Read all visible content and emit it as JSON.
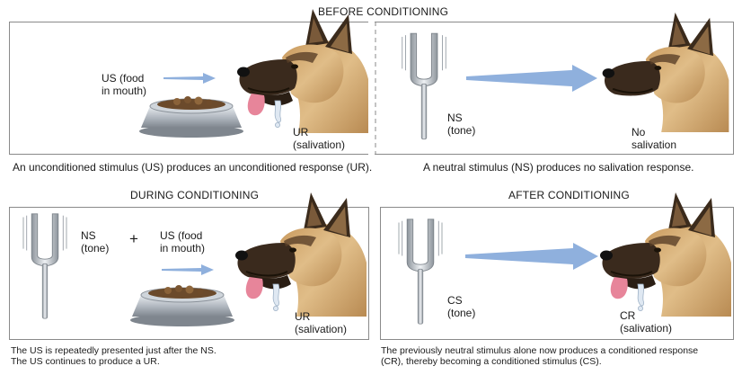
{
  "headings": {
    "before": "BEFORE CONDITIONING",
    "during": "DURING CONDITIONING",
    "after": "AFTER CONDITIONING"
  },
  "before_left": {
    "us_line1": "US (food",
    "us_line2": "in mouth)",
    "ur_line1": "UR",
    "ur_line2": "(salivation)",
    "caption": "An unconditioned stimulus (US) produces an unconditioned response (UR)."
  },
  "before_right": {
    "ns_line1": "NS",
    "ns_line2": "(tone)",
    "resp_line1": "No",
    "resp_line2": "salivation",
    "caption": "A neutral stimulus (NS) produces no salivation response."
  },
  "during": {
    "ns_line1": "NS",
    "ns_line2": "(tone)",
    "plus": "+",
    "us_line1": "US (food",
    "us_line2": "in mouth)",
    "ur_line1": "UR",
    "ur_line2": "(salivation)",
    "caption_line1": "The US is repeatedly presented just after the NS.",
    "caption_line2": "The US continues to produce a UR."
  },
  "after": {
    "cs_line1": "CS",
    "cs_line2": "(tone)",
    "cr_line1": "CR",
    "cr_line2": "(salivation)",
    "caption_line1": "The previously neutral stimulus alone now produces a conditioned response",
    "caption_line2": "(CR), thereby becoming a conditioned stimulus (CS)."
  },
  "colors": {
    "arrow": "#8fb0dd",
    "border": "#8a8a8a",
    "fur_light": "#d9b47f",
    "fur_dark": "#3b2b1c",
    "tongue": "#e7859a",
    "metal": "#b9bfc6"
  },
  "icons": [
    "dog-head-icon",
    "food-bowl-icon",
    "tuning-fork-icon",
    "arrow-icon"
  ]
}
